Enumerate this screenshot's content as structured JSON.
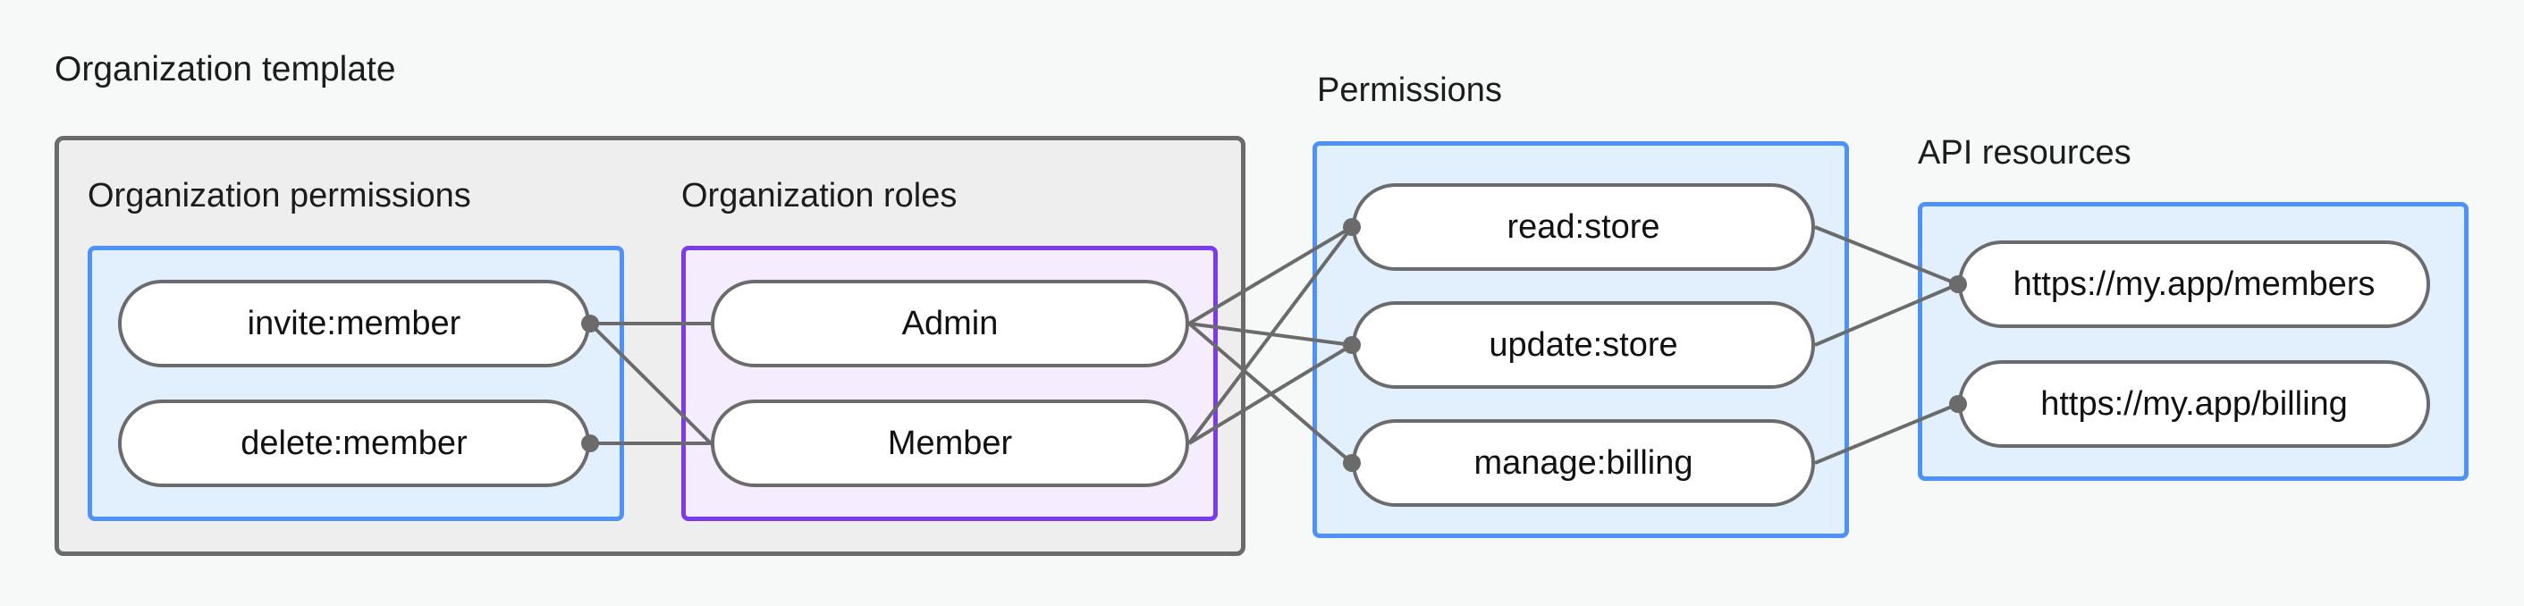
{
  "diagram": {
    "type": "flow-graph",
    "background_color": "#f7f8f8",
    "colors": {
      "group_outer_border": "#6b6b6b",
      "group_outer_fill": "#eeeeee",
      "group_blue_border": "#4f92f7",
      "group_blue_fill": "#e2effd",
      "group_purple_border": "#7c3aed",
      "group_purple_fill": "#f5ecfd",
      "node_border": "#6b6b6b",
      "node_fill": "#ffffff",
      "edge": "#6b6b6b",
      "text": "#111111"
    },
    "groups": {
      "organization_template": {
        "label": "Organization template"
      },
      "organization_permissions": {
        "label": "Organization permissions"
      },
      "organization_roles": {
        "label": "Organization roles"
      },
      "permissions": {
        "label": "Permissions"
      },
      "api_resources": {
        "label": "API resources"
      }
    },
    "nodes": {
      "organization_permissions": [
        {
          "id": "invite-member",
          "label": "invite:member"
        },
        {
          "id": "delete-member",
          "label": "delete:member"
        }
      ],
      "organization_roles": [
        {
          "id": "admin",
          "label": "Admin"
        },
        {
          "id": "member",
          "label": "Member"
        }
      ],
      "permissions": [
        {
          "id": "read-store",
          "label": "read:store"
        },
        {
          "id": "update-store",
          "label": "update:store"
        },
        {
          "id": "manage-billing",
          "label": "manage:billing"
        }
      ],
      "api_resources": [
        {
          "id": "members-url",
          "label": "https://my.app/members"
        },
        {
          "id": "billing-url",
          "label": "https://my.app/billing"
        }
      ]
    },
    "edges": [
      {
        "from": "invite-member",
        "to": "admin"
      },
      {
        "from": "invite-member",
        "to": "member"
      },
      {
        "from": "delete-member",
        "to": "member"
      },
      {
        "from": "admin",
        "to": "read-store"
      },
      {
        "from": "admin",
        "to": "update-store"
      },
      {
        "from": "admin",
        "to": "manage-billing"
      },
      {
        "from": "member",
        "to": "read-store"
      },
      {
        "from": "member",
        "to": "update-store"
      },
      {
        "from": "read-store",
        "to": "members-url"
      },
      {
        "from": "update-store",
        "to": "members-url"
      },
      {
        "from": "manage-billing",
        "to": "billing-url"
      }
    ]
  }
}
